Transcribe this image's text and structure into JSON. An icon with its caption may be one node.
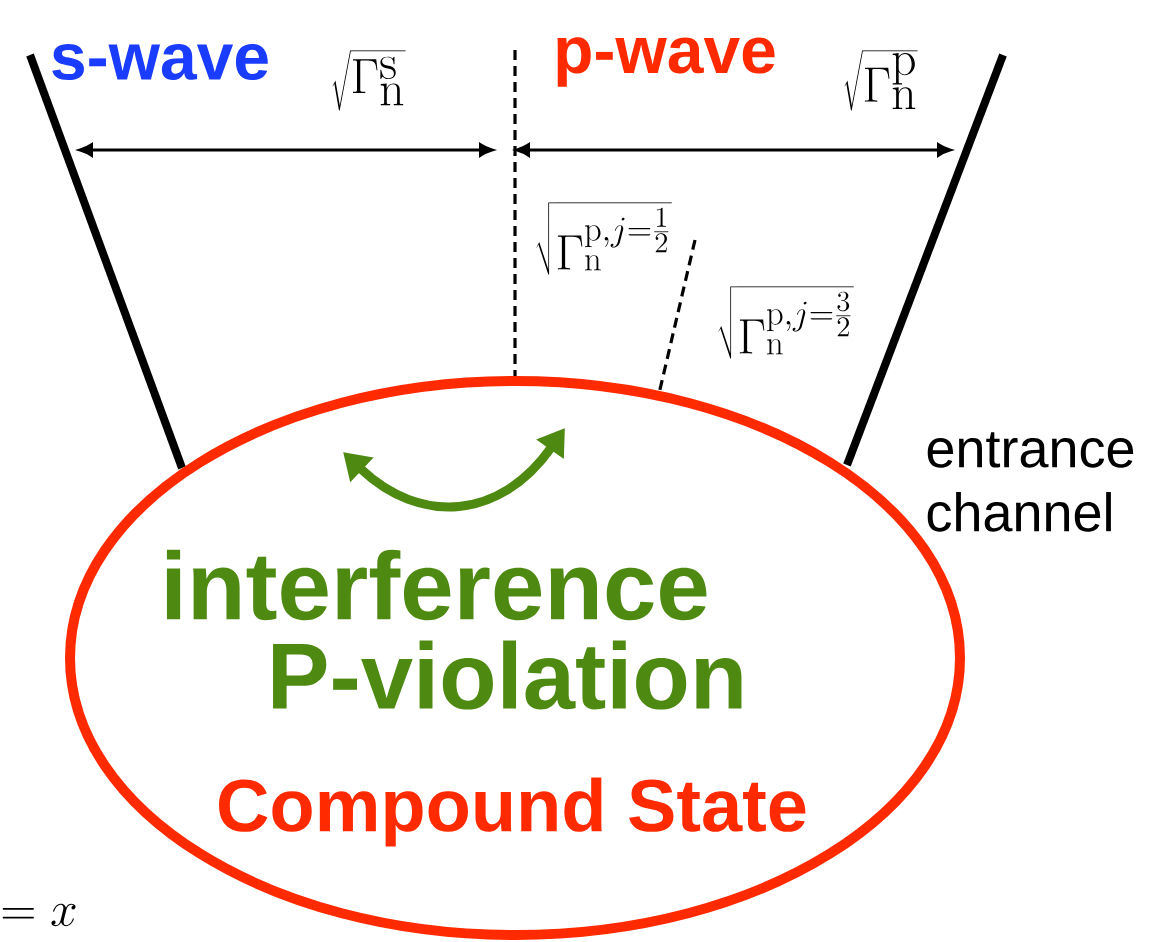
{
  "diagram": {
    "nodes": [
      {
        "text": [
          "interference",
          "P-violation",
          "Compound State"
        ]
      }
    ],
    "edges": [],
    "labels": [
      "s-wave",
      "\\sqrt{\\Gamma_{\\mathrm{n}}^{\\mathrm{s}}}",
      "p-wave",
      "\\sqrt{\\Gamma_{\\mathrm{n}}^{\\mathrm{p}}}",
      "\\sqrt{\\Gamma_{\\mathrm{n}}^{\\mathrm{p},j=\\frac{1}{2}}}",
      "\\sqrt{\\Gamma_{\\mathrm{n}}^{\\mathrm{p},j=\\frac{3}{2}}}",
      "entrance channel",
      "= x"
    ]
  }
}
